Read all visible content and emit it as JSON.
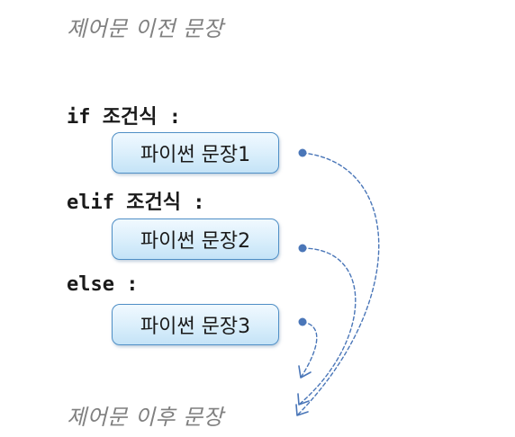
{
  "captions": {
    "before": "제어문 이전 문장",
    "after": "제어문 이후 문장"
  },
  "code": {
    "if_line": "if 조건식 :",
    "elif_line": "elif 조건식 :",
    "else_line": "else :"
  },
  "statements": [
    "파이썬 문장1",
    "파이썬 문장2",
    "파이썬 문장3"
  ],
  "colors": {
    "arrow": "#4a76b8",
    "box_border": "#4f8fc6",
    "caption": "#808080"
  }
}
